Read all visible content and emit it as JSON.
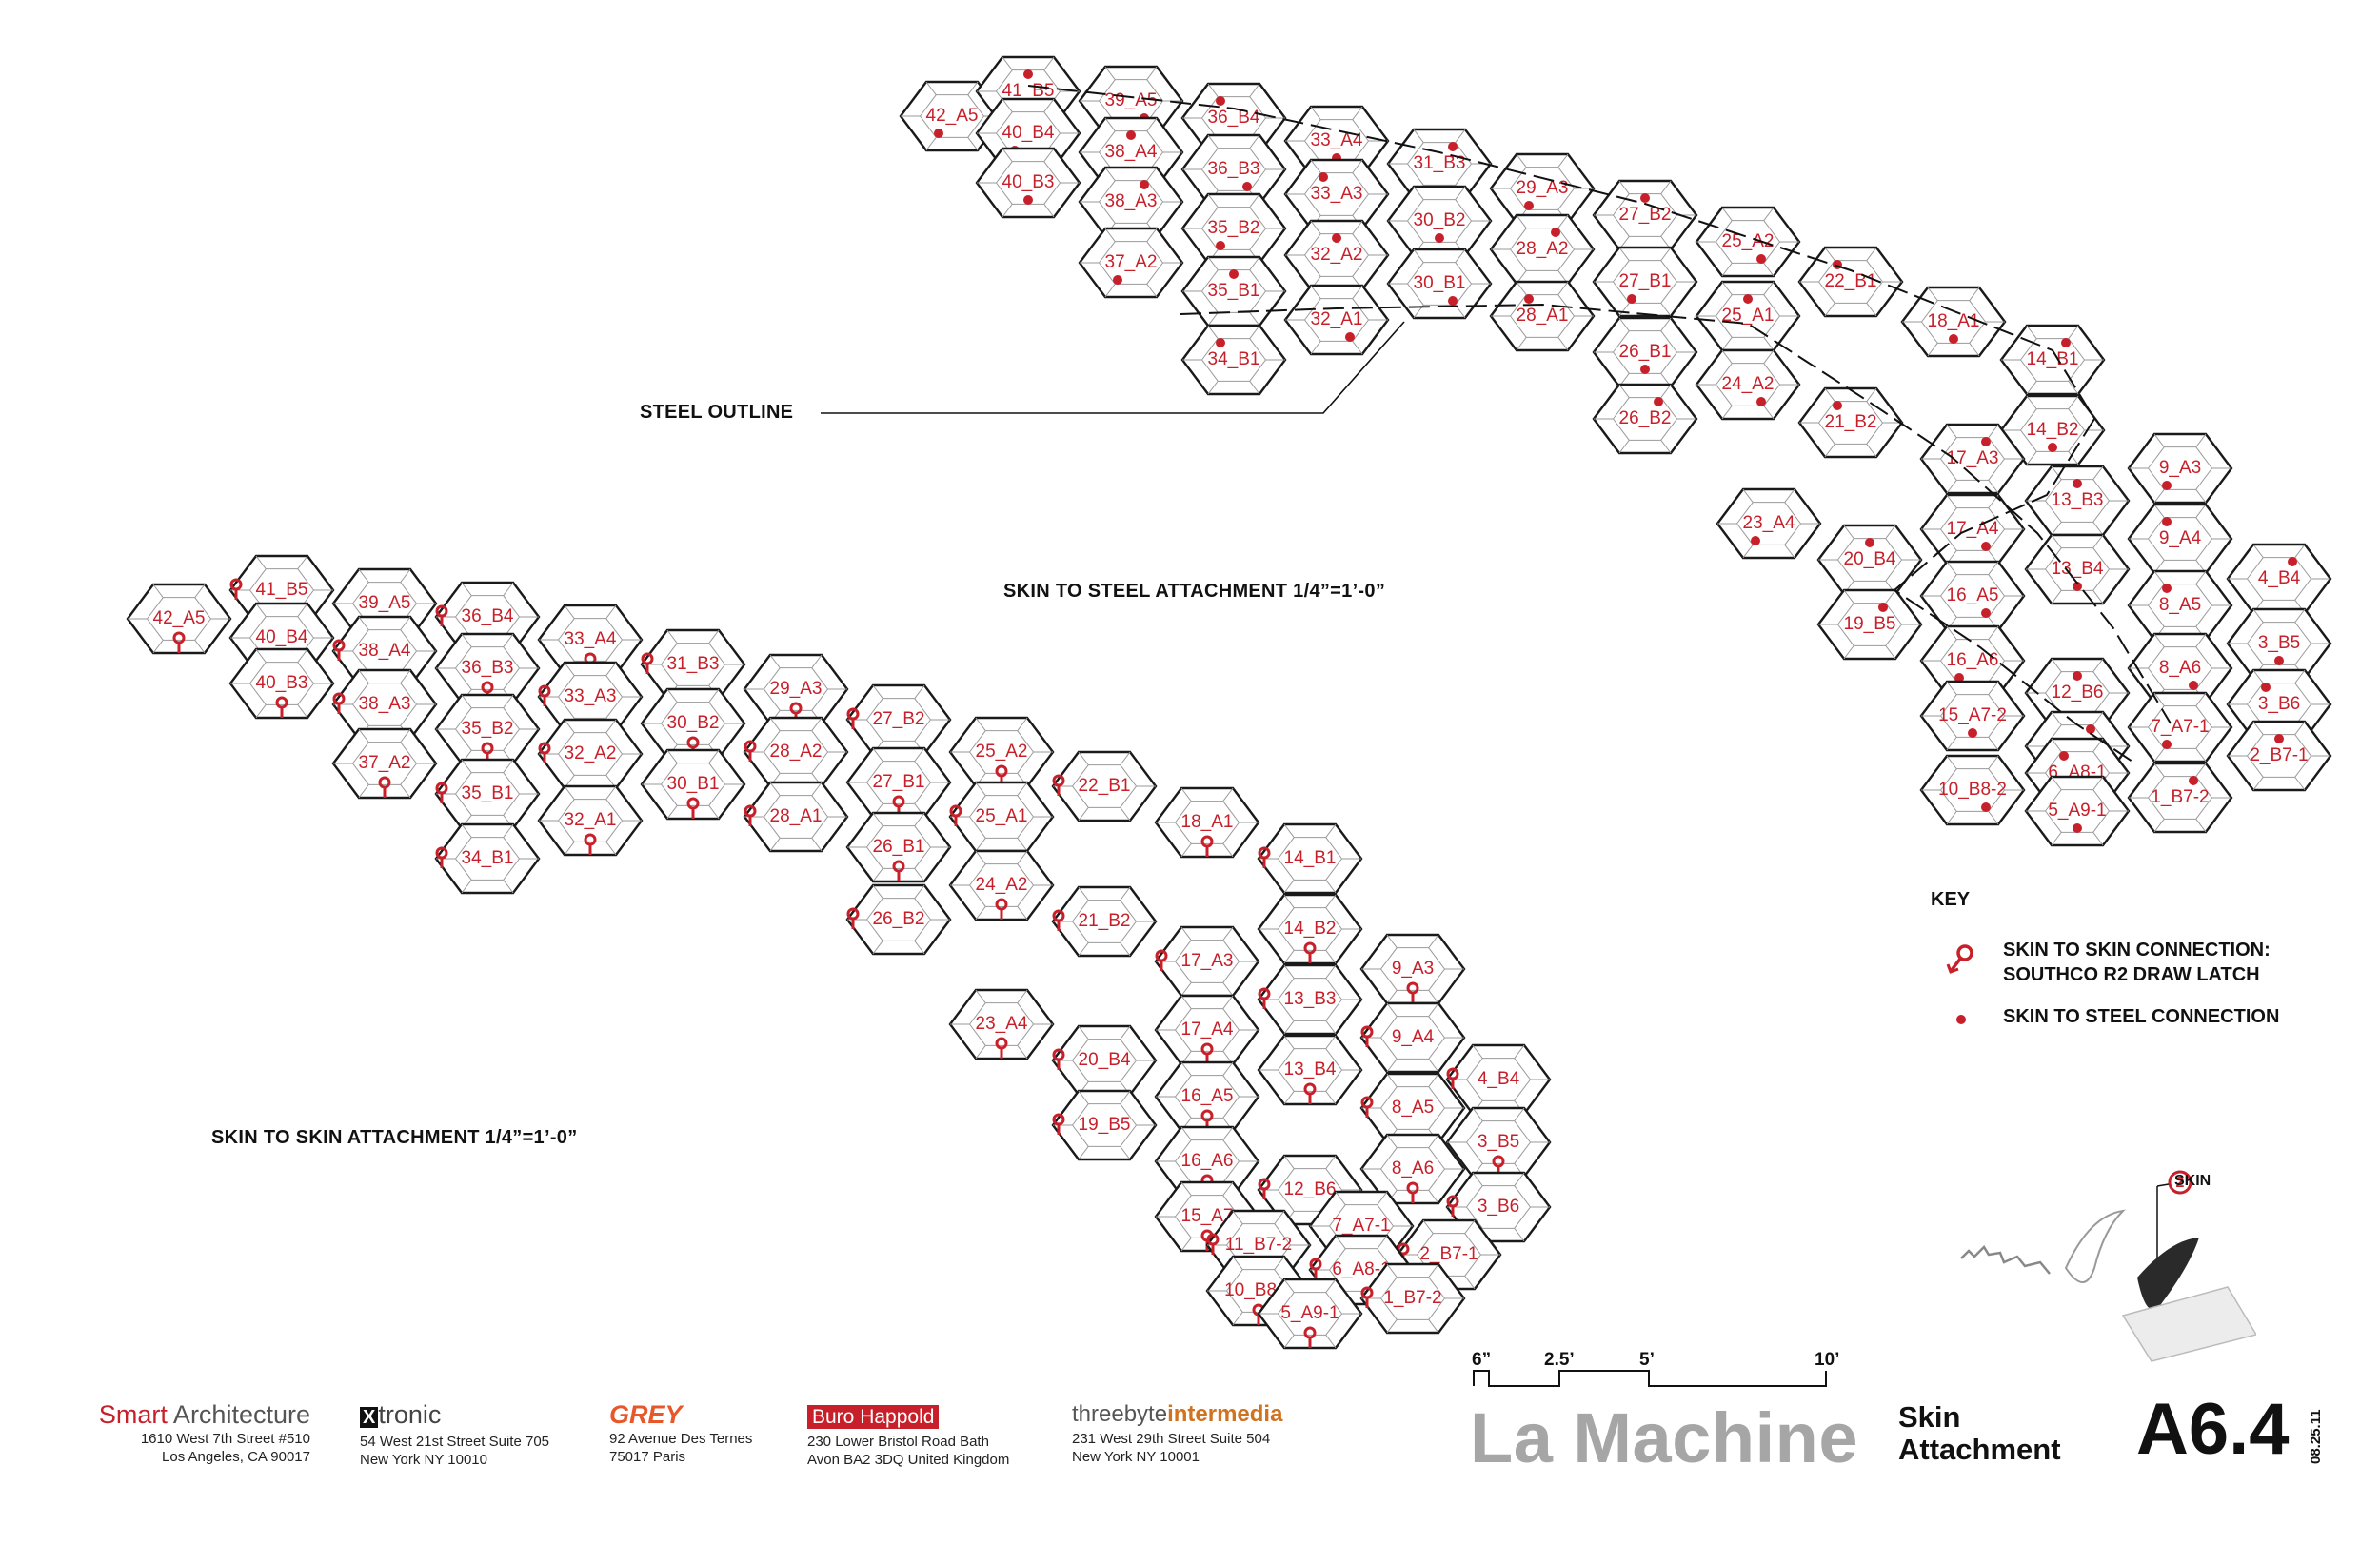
{
  "labels": {
    "steel_outline": "STEEL OUTLINE",
    "steel_attachment": "SKIN TO STEEL ATTACHMENT 1/4”=1’-0”",
    "skin_attachment": "SKIN TO SKIN ATTACHMENT 1/4”=1’-0”"
  },
  "key": {
    "title": "KEY",
    "items": [
      {
        "symbol": "latch-icon",
        "line1": "SKIN TO SKIN CONNECTION:",
        "line2": "SOUTHCO R2 DRAW LATCH"
      },
      {
        "symbol": "dot-icon",
        "line1": "SKIN TO STEEL CONNECTION",
        "line2": ""
      }
    ]
  },
  "detail": {
    "number": "2",
    "label": "SKIN"
  },
  "scale": {
    "ticks": [
      "6”",
      "2.5’",
      "5’",
      "10’"
    ]
  },
  "project": "La Machine",
  "sheet": {
    "title_line1": "Skin",
    "title_line2": "Attachment",
    "number": "A6.4",
    "date": "08.25.11"
  },
  "firms": [
    {
      "brand_a": "Smart",
      "brand_b": " Architecture",
      "addr1": "1610 West 7th Street #510",
      "addr2": "Los Angeles, CA 90017"
    },
    {
      "brand_a": "X",
      "brand_b": "tronic",
      "addr1": "54 West 21st Street Suite 705",
      "addr2": "New York NY 10010"
    },
    {
      "brand_a": "GREY",
      "brand_b": "",
      "addr1": "92 Avenue Des Ternes",
      "addr2": "75017 Paris"
    },
    {
      "brand_a": "Buro Happold",
      "brand_b": "",
      "addr1": "230 Lower Bristol Road Bath",
      "addr2": "Avon BA2 3DQ United Kingdom"
    },
    {
      "brand_a": "threebyte",
      "brand_b": "intermedia",
      "addr1": "231 West 29th Street Suite 504",
      "addr2": "New York NY 10001"
    }
  ],
  "colors": {
    "accent": "#c8202a",
    "line": "#1a1a1a",
    "grid": "#9a9a9a",
    "muted": "#a6a6a6"
  },
  "panels_steel": [
    "42_A5",
    "41_B5",
    "39_A5",
    "36_B4",
    "33_A4",
    "31_B3",
    "29_A3",
    "27_B2",
    "25_A2",
    "22_B1",
    "18_A1",
    "14_B1",
    "40_B4",
    "38_A4",
    "36_B3",
    "33_A3",
    "30_B2",
    "28_A2",
    "27_B1",
    "25_A1",
    "24_A2",
    "21_B2",
    "40_B3",
    "38_A3",
    "35_B2",
    "32_A2",
    "30_B1",
    "28_A1",
    "26_B1",
    "26_B2",
    "37_A2",
    "35_B1",
    "32_A1",
    "34_B1",
    "14_B2",
    "17_A3",
    "9_A3",
    "13_B3",
    "17_A4",
    "9_A4",
    "13_B4",
    "4_B4",
    "23_A4",
    "20_B4",
    "16_A5",
    "8_A5",
    "3_B5",
    "19_B5",
    "16_A6",
    "12_B6",
    "8_A6",
    "3_B6",
    "15_A7-2",
    "1_B7-2",
    "7_A7-1",
    "2_B7-1",
    "10_B8-2",
    "6_A8-1",
    "5_A9-1",
    "1_B7-2"
  ],
  "panels_skin": [
    "42_A5",
    "41_B5",
    "39_A5",
    "36_B4",
    "33_A4",
    "31_B3",
    "29_A3",
    "27_B2",
    "25_A2",
    "22_B1",
    "18_A1",
    "14_B1",
    "40_B4",
    "38_A4",
    "36_B3",
    "33_A3",
    "30_B2",
    "28_A2",
    "27_B1",
    "25_A1",
    "24_A2",
    "21_B2",
    "40_B3",
    "38_A3",
    "35_B2",
    "32_A2",
    "30_B1",
    "28_A1",
    "26_B1",
    "26_B2",
    "37_A2",
    "35_B1",
    "32_A1",
    "34_B1",
    "14_B2",
    "17_A3",
    "9_A3",
    "13_B3",
    "17_A4",
    "9_A4",
    "13_B4",
    "4_B4",
    "23_A4",
    "20_B4",
    "16_A5",
    "8_A5",
    "3_B5",
    "19_B5",
    "16_A6",
    "12_B6",
    "8_A6",
    "3_B6",
    "15_A7",
    "11_B7-2",
    "7_A7-1",
    "2_B7-1",
    "10_B8-2",
    "6_A8-1",
    "5_A9-1",
    "1_B7-2"
  ]
}
